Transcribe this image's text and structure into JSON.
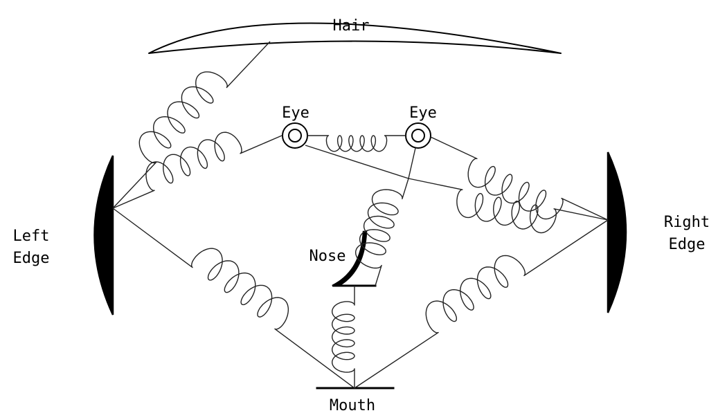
{
  "labels": {
    "hair": "Hair",
    "eye_left": "Eye",
    "eye_right": "Eye",
    "left_edge_line1": "Left",
    "left_edge_line2": "Edge",
    "right_edge_line1": "Right",
    "right_edge_line2": "Edge",
    "nose": "Nose",
    "mouth": "Mouth"
  },
  "colors": {
    "ink": "#000000",
    "background": "#ffffff"
  }
}
